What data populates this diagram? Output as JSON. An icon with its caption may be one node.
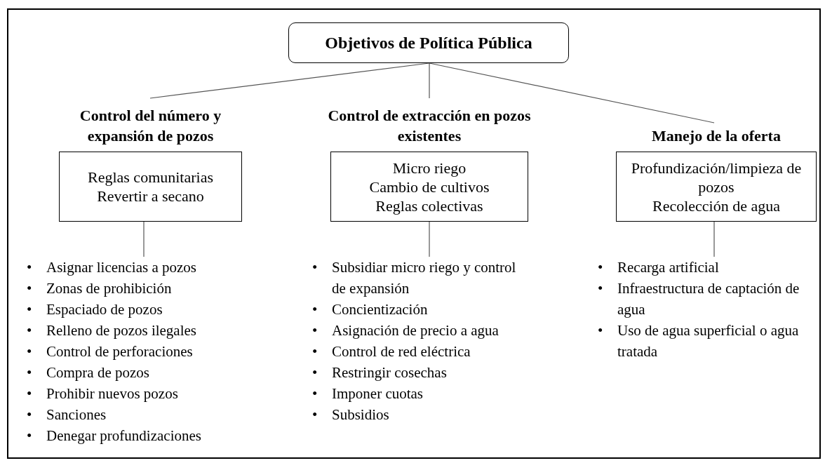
{
  "diagram": {
    "nodes": [
      {
        "text": [
          "Objetivos de Política Pública"
        ]
      },
      {
        "text": [
          "Control del número y expansión de pozos",
          "Reglas comunitarias",
          "Revertir a secano"
        ]
      },
      {
        "text": [
          "• Asignar licencias a pozos",
          "• Zonas de prohibición",
          "• Espaciado de pozos",
          "• Relleno de pozos ilegales",
          "• Control de perforaciones",
          "• Compra de pozos",
          "• Prohibir nuevos pozos",
          "• Sanciones",
          "• Denegar profundizaciones"
        ]
      },
      {
        "text": [
          "Control de extracción en pozos existentes",
          "Micro riego",
          "Cambio de cultivos",
          "Reglas colectivas"
        ]
      },
      {
        "text": [
          "• Subsidiar micro riego y control de expansión",
          "• Concientización",
          "• Asignación de precio a agua",
          "• Control de red eléctrica",
          "• Restringir cosechas",
          "• Imponer cuotas",
          "• Subsidios"
        ]
      },
      {
        "text": [
          "Manejo de la oferta",
          "Profundización/limpieza de pozos",
          "Recolección de agua"
        ]
      },
      {
        "text": [
          "• Recarga artificial",
          "• Infraestructura de captación de agua",
          "• Uso de agua superficial o agua tratada"
        ]
      }
    ],
    "edges": [
      {
        "from": 0,
        "to": 1,
        "arrow": "none"
      },
      {
        "from": 0,
        "to": 3,
        "arrow": "none"
      },
      {
        "from": 0,
        "to": 5,
        "arrow": "none"
      },
      {
        "from": 1,
        "to": 2,
        "arrow": "none"
      },
      {
        "from": 3,
        "to": 4,
        "arrow": "none"
      },
      {
        "from": 5,
        "to": 6,
        "arrow": "none"
      }
    ]
  }
}
